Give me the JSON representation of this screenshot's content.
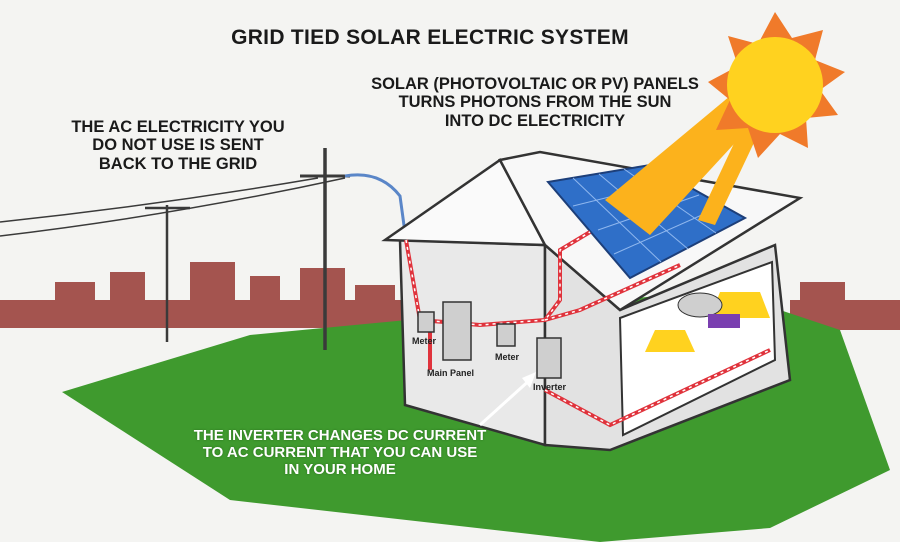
{
  "title": "GRID TIED SOLAR ELECTRIC SYSTEM",
  "panels_note": [
    "SOLAR (PHOTOVOLTAIC OR PV) PANELS",
    "TURNS PHOTONS FROM THE SUN",
    "INTO DC ELECTRICITY"
  ],
  "grid_note": [
    "THE AC ELECTRICITY YOU",
    "DO NOT USE IS SENT",
    "BACK TO THE GRID"
  ],
  "inverter_note": [
    "THE INVERTER CHANGES DC CURRENT",
    "TO AC CURRENT THAT YOU CAN USE",
    "IN YOUR HOME"
  ],
  "components": {
    "meter_outside": "Meter",
    "main_panel": "Main Panel",
    "meter_inside": "Meter",
    "inverter": "Inverter"
  },
  "colors": {
    "grass": "#3f9a2e",
    "skyline": "#a4544f",
    "sun": "#ffd21f",
    "sun_rays": "#f07a2a",
    "solar_panel": "#2f6fc8",
    "wire": "#e0333c",
    "house_wall": "#ebebeb",
    "roof": "#f7f7f7"
  }
}
